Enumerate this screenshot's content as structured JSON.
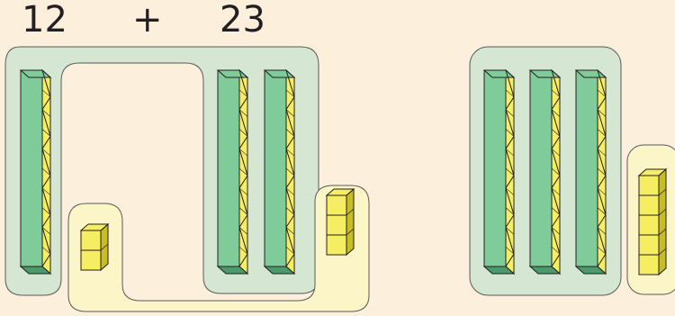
{
  "expression": {
    "left_addend": "12",
    "operator": "+",
    "right_addend": "23"
  },
  "addends": [
    {
      "number": 12,
      "tens": 1,
      "ones": 2
    },
    {
      "number": 23,
      "tens": 2,
      "ones": 3
    }
  ],
  "sum_model": {
    "tens": 3,
    "ones": 5
  },
  "colors": {
    "background": "#fcefdc",
    "tens_group_fill": "#d5e7d3",
    "ones_group_fill": "#fcf5c8",
    "group_stroke": "#5a5a5a",
    "rod_fill": "#7fcc9a",
    "rod_dark": "#4a9a6c",
    "unit_fill": "#f6ee62",
    "unit_dark": "#c7bd24",
    "outline": "#231f20"
  }
}
